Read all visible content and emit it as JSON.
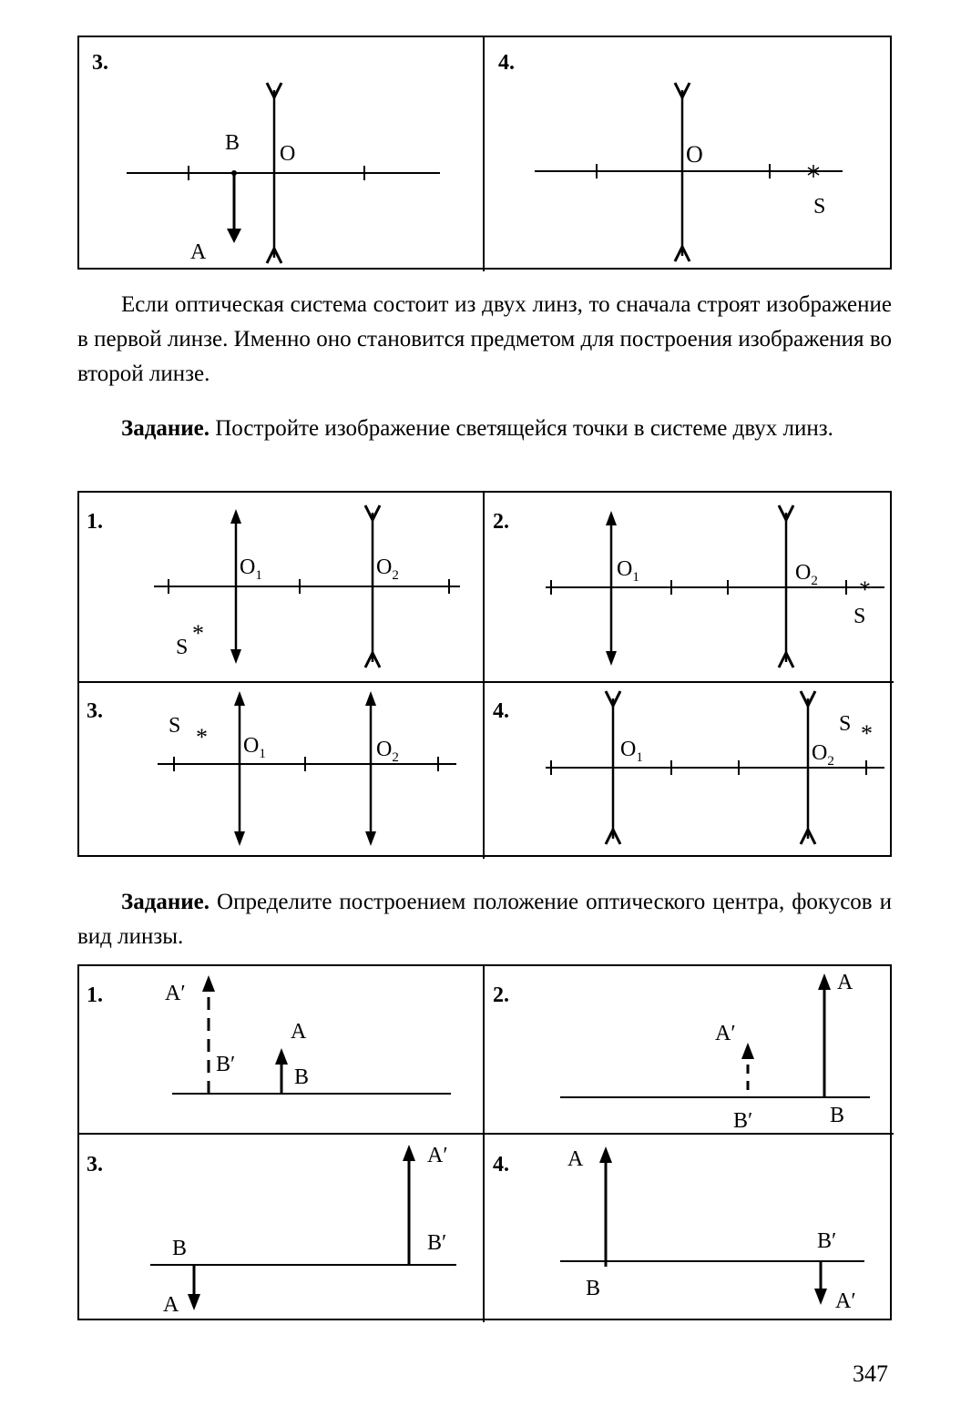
{
  "section_top": {
    "cells": [
      {
        "num": "3.",
        "labels": {
          "B": "B",
          "O": "O",
          "A": "A"
        }
      },
      {
        "num": "4.",
        "labels": {
          "O": "O",
          "S": "S"
        }
      }
    ]
  },
  "text": {
    "para1": "Если оптическая система состоит из двух линз, то сначала строят изображение в первой линзе. Именно оно становится предметом для построения изображения во второй линзе.",
    "task1_label": "Задание.",
    "task1_text": " Постройте изображение светящейся точки в системе двух линз.",
    "task2_label": "Задание.",
    "task2_text": " Определите построением положение оптического центра, фокусов и вид линзы."
  },
  "section_two_lenses": {
    "cells": [
      {
        "num": "1.",
        "o1": "O",
        "o2": "O",
        "sub1": "1",
        "sub2": "2",
        "s": "S",
        "star": "*"
      },
      {
        "num": "2.",
        "o1": "O",
        "o2": "O",
        "sub1": "1",
        "sub2": "2",
        "s": "S",
        "star": "*"
      },
      {
        "num": "3.",
        "o1": "O",
        "o2": "O",
        "sub1": "1",
        "sub2": "2",
        "s": "S",
        "star": "*"
      },
      {
        "num": "4.",
        "o1": "O",
        "o2": "O",
        "sub1": "1",
        "sub2": "2",
        "s": "S",
        "star": "*"
      }
    ]
  },
  "section_images": {
    "cells": [
      {
        "num": "1.",
        "A": "A",
        "B": "B",
        "Ap": "A′",
        "Bp": "B′"
      },
      {
        "num": "2.",
        "A": "A",
        "B": "B",
        "Ap": "A′",
        "Bp": "B′"
      },
      {
        "num": "3.",
        "A": "A",
        "B": "B",
        "Ap": "A′",
        "Bp": "B′"
      },
      {
        "num": "4.",
        "A": "A",
        "B": "B",
        "Ap": "A′",
        "Bp": "B′"
      }
    ]
  },
  "page_number": "347"
}
